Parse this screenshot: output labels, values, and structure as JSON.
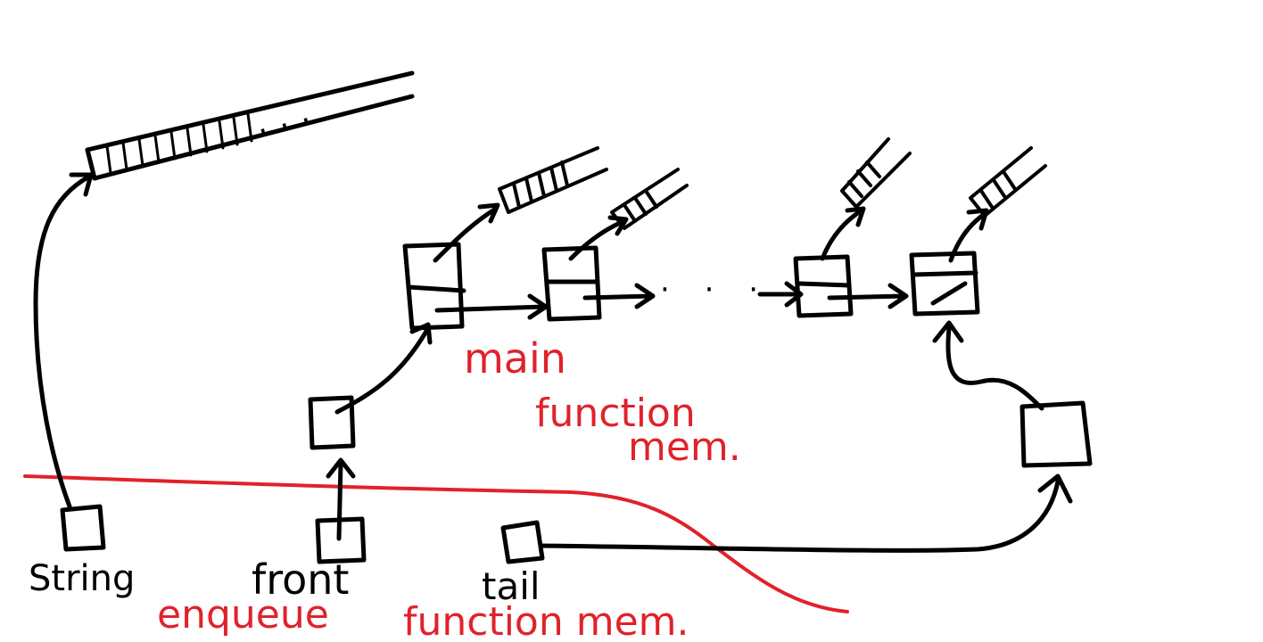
{
  "colors": {
    "ink": "#000000",
    "annotation": "#e0222a",
    "background": "#ffffff"
  },
  "labels": {
    "string_var": "String",
    "front_var": "front",
    "tail_var": "tail",
    "main_line1": "main",
    "main_line2": "function",
    "main_line3": "mem.",
    "enqueue_word": "enqueue",
    "enqueue_rest": "function mem."
  },
  "ellipsis": "· · ·"
}
